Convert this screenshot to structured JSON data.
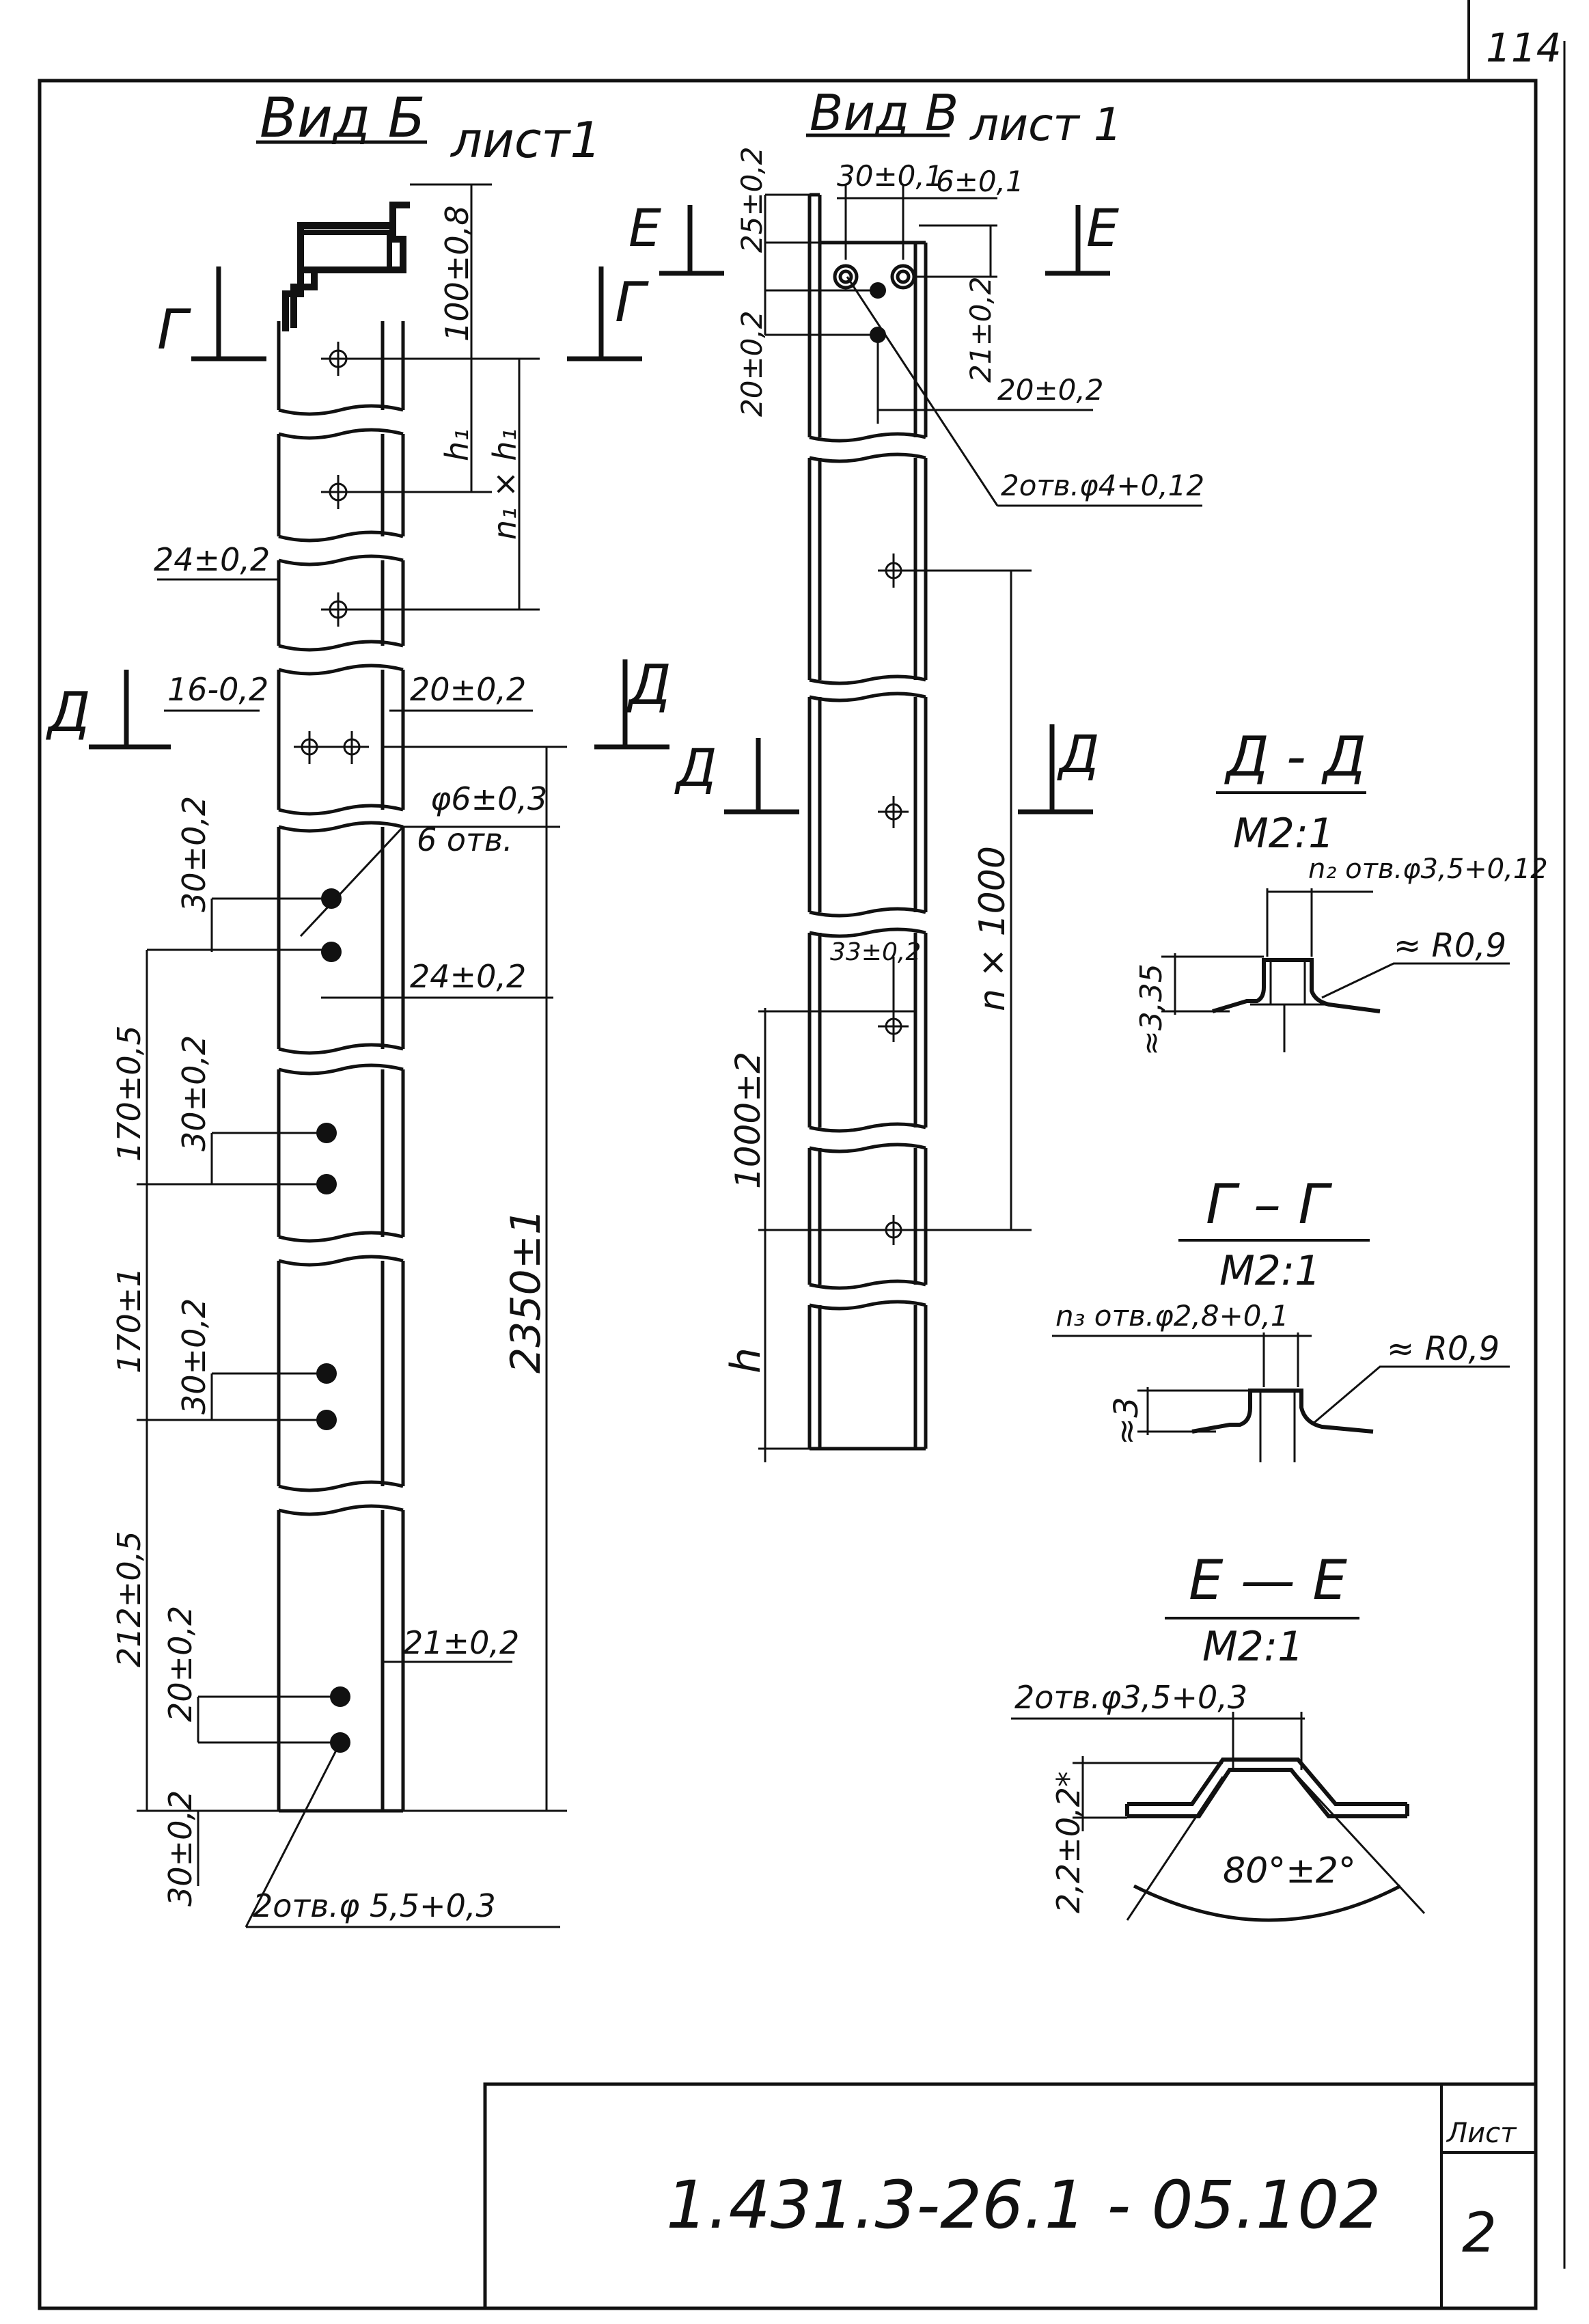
{
  "sheet": {
    "page_number": "114",
    "document_code": "1.431.3-26.1 - 05.102",
    "sheet_label": "Лист",
    "sheet_number": "2"
  },
  "view_b": {
    "title": "Вид Б",
    "sheet_ref": "лист1",
    "section_g": "Г",
    "section_d": "Д",
    "dims": {
      "d_100": "100±0,8",
      "d_h1": "h₁",
      "d_n1h1": "n₁ × h₁",
      "d_24a": "24±0,2",
      "d_16": "16-0,2",
      "d_20a": "20±0,2",
      "d_phi6": "φ6±0,3",
      "d_6otv": "6 отв.",
      "d_30a": "30±0,2",
      "d_24b": "24±0,2",
      "d_170a": "170±0,5",
      "d_30b": "30±0,2",
      "d_2350": "2350±1",
      "d_170b": "170±1",
      "d_30c": "30±0,2",
      "d_212": "212±0,5",
      "d_20b": "20±0,2",
      "d_21": "21±0,2",
      "d_30d": "30±0,2",
      "d_2otv55": "2отв.φ 5,5+0,3"
    }
  },
  "view_v": {
    "title": "Вид В",
    "sheet_ref": "лист 1",
    "section_e": "Е",
    "section_d": "Д",
    "dims": {
      "d_25": "25±0,2",
      "d_30": "30±0,1",
      "d_6": "6±0,1",
      "d_20a": "20±0,2",
      "d_21": "21±0,2",
      "d_20b": "20±0,2",
      "d_2otv4": "2отв.φ4+0,12",
      "d_n1000": "n × 1000",
      "d_33": "33±0,2",
      "d_1000": "1000±2",
      "d_h": "h"
    }
  },
  "section_dd": {
    "title": "Д - Д",
    "scale": "М2:1",
    "holes": "n₂ отв.φ3,5+0,12",
    "radius": "≈ R0,9",
    "height": "≈3,35"
  },
  "section_gg": {
    "title": "Г – Г",
    "scale": "М2:1",
    "holes": "n₃ отв.φ2,8+0,1",
    "radius": "≈ R0,9",
    "height": "≈3"
  },
  "section_ee": {
    "title": "Е — Е",
    "scale": "М2:1",
    "holes": "2отв.φ3,5+0,3",
    "angle": "80°±2°",
    "height": "2,2±0,2*"
  }
}
